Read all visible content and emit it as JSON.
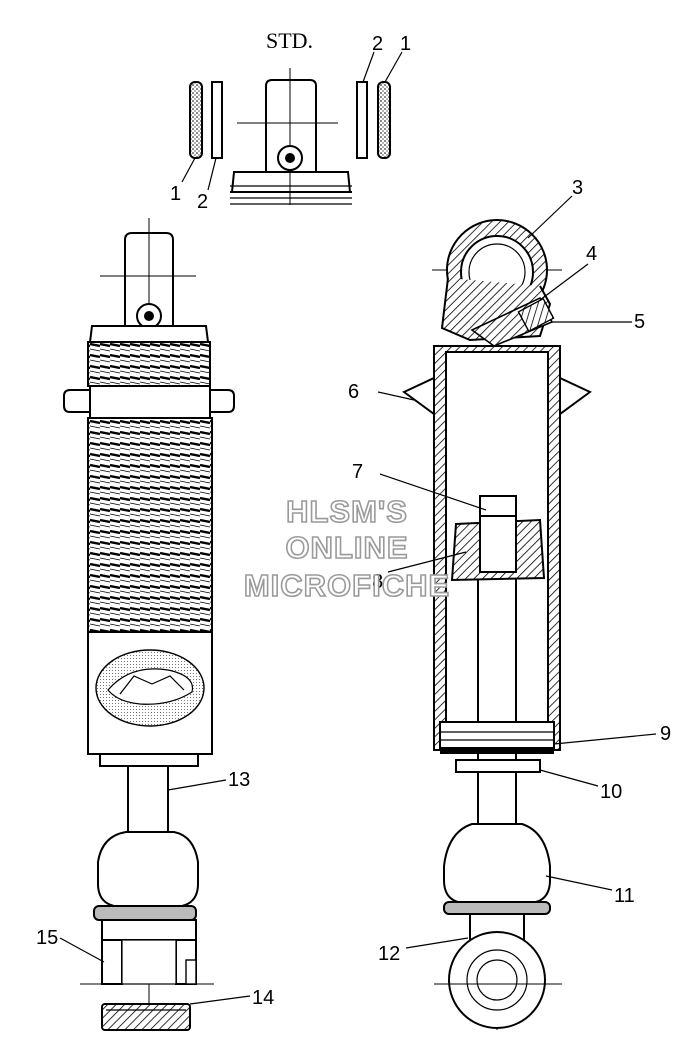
{
  "diagram": {
    "title": "STD.",
    "callouts": {
      "c1a": "1",
      "c2a": "2",
      "c2b": "2",
      "c1b": "1",
      "c3": "3",
      "c4": "4",
      "c5": "5",
      "c6": "6",
      "c7": "7",
      "c8": "8",
      "c9": "9",
      "c10": "10",
      "c11": "11",
      "c12": "12",
      "c13": "13",
      "c14": "14",
      "c15": "15"
    },
    "watermark": [
      "HLSM'S",
      "ONLINE",
      "MICROFICHE"
    ]
  }
}
